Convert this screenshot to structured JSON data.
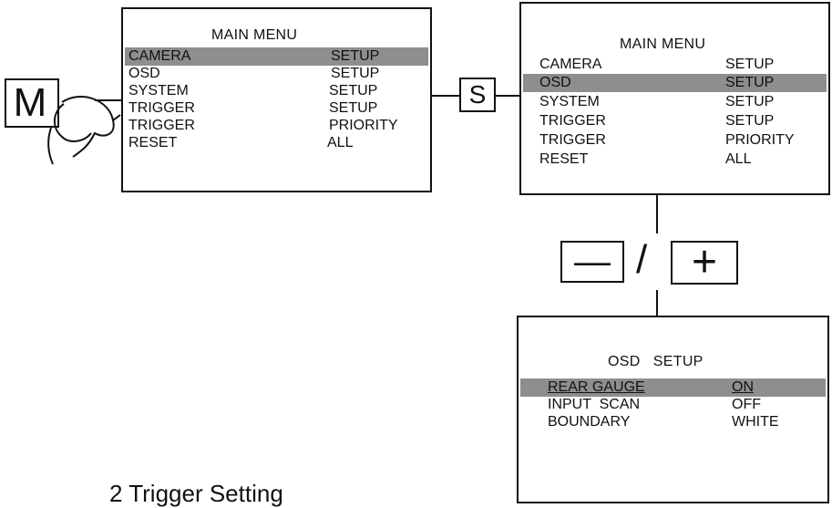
{
  "menu1": {
    "title": "MAIN MENU",
    "items": [
      {
        "label": "CAMERA",
        "value": "SETUP",
        "selected": true
      },
      {
        "label": "OSD",
        "value": "SETUP"
      },
      {
        "label": "SYSTEM",
        "value": "SETUP"
      },
      {
        "label": "TRIGGER",
        "value": "SETUP"
      },
      {
        "label": "TRIGGER",
        "value": "PRIORITY"
      },
      {
        "label": "RESET",
        "value": "ALL"
      }
    ]
  },
  "menu2": {
    "title": "MAIN MENU",
    "items": [
      {
        "label": "CAMERA",
        "value": "SETUP"
      },
      {
        "label": "OSD",
        "value": "SETUP",
        "selected": true
      },
      {
        "label": "SYSTEM",
        "value": "SETUP"
      },
      {
        "label": "TRIGGER",
        "value": "SETUP"
      },
      {
        "label": "TRIGGER",
        "value": "PRIORITY"
      },
      {
        "label": "RESET",
        "value": "ALL"
      }
    ]
  },
  "menu3": {
    "title": "OSD   SETUP",
    "items": [
      {
        "label": "REAR GAUGE",
        "value": "ON",
        "selected": true
      },
      {
        "label": "INPUT  SCAN",
        "value": "OFF"
      },
      {
        "label": "BOUNDARY",
        "value": "WHITE"
      }
    ]
  },
  "keys": {
    "menu_key": "M",
    "set_key": "S",
    "minus_key": "—",
    "slash": "/",
    "plus_key": "+"
  },
  "caption": "2 Trigger Setting",
  "colors": {
    "highlight": "#8e8e8e",
    "ink": "#111111"
  }
}
